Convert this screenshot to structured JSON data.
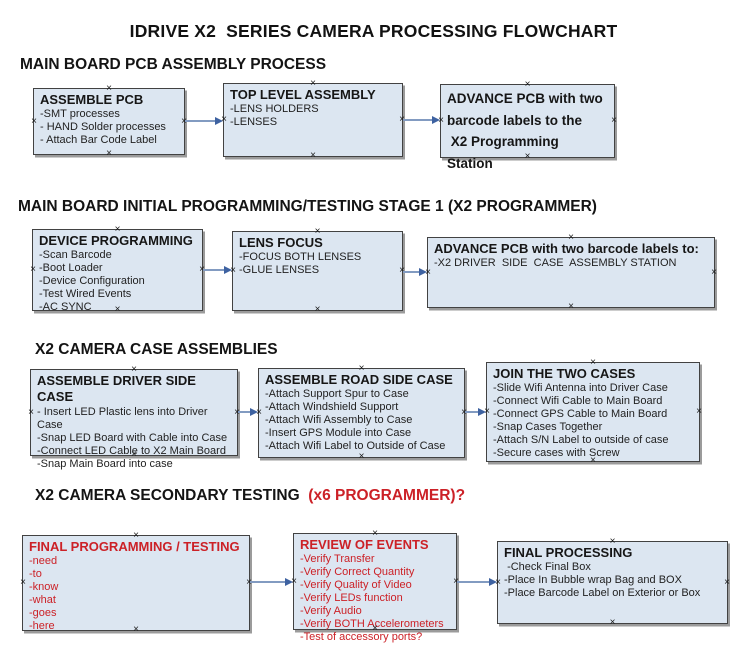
{
  "title": "IDRIVE X2  SERIES CAMERA PROCESSING FLOWCHART",
  "handle_glyph": "×",
  "colors": {
    "box_fill": "#dce6f1",
    "box_border": "#424242",
    "arrow_line": "#829bc1",
    "arrow_head": "#3e62a1",
    "red_text": "#cc2127"
  },
  "sections": [
    {
      "heading": "MAIN BOARD PCB ASSEMBLY PROCESS",
      "boxes": [
        {
          "title": "ASSEMBLE PCB",
          "items": [
            "-SMT processes",
            "- HAND Solder processes",
            "- Attach Bar Code Label"
          ]
        },
        {
          "title": "TOP LEVEL ASSEMBLY",
          "items": [
            "-LENS HOLDERS",
            "-LENSES"
          ]
        },
        {
          "title": "ADVANCE PCB with two\nbarcode labels to the\n X2 Programming Station",
          "items": []
        }
      ]
    },
    {
      "heading": "MAIN BOARD INITIAL PROGRAMMING/TESTING STAGE 1 (X2 PROGRAMMER)",
      "boxes": [
        {
          "title": "DEVICE PROGRAMMING",
          "items": [
            "-Scan Barcode",
            "-Boot Loader",
            "-Device Configuration",
            "-Test Wired Events",
            "-AC SYNC"
          ]
        },
        {
          "title": "LENS FOCUS",
          "items": [
            "-FOCUS BOTH LENSES",
            "-GLUE LENSES"
          ]
        },
        {
          "title": "ADVANCE PCB with two barcode labels to:",
          "items": [
            "-X2 DRIVER  SIDE  CASE  ASSEMBLY STATION"
          ]
        }
      ]
    },
    {
      "heading": "X2 CAMERA CASE ASSEMBLIES",
      "boxes": [
        {
          "title": "ASSEMBLE DRIVER SIDE CASE",
          "items": [
            "- Insert LED Plastic lens into Driver Case",
            "-Snap LED Board with Cable into Case",
            "-Connect LED Cable to X2 Main Board",
            "-Snap Main Board into case"
          ]
        },
        {
          "title": "ASSEMBLE ROAD SIDE CASE",
          "items": [
            "-Attach Support Spur to Case",
            "-Attach Windshield Support",
            "-Attach Wifi Assembly to Case",
            "-Insert GPS Module into Case",
            "-Attach Wifi Label to Outside of Case"
          ]
        },
        {
          "title": "JOIN THE TWO CASES",
          "items": [
            "-Slide Wifi Antenna into Driver Case",
            "-Connect Wifi Cable to Main Board",
            "-Connect GPS Cable to Main Board",
            "-Snap Cases Together",
            "-Attach S/N Label to outside of case",
            "-Secure cases with Screw"
          ]
        }
      ]
    },
    {
      "heading": "X2 CAMERA SECONDARY TESTING ",
      "heading_red": " (x6 PROGRAMMER)?",
      "boxes": [
        {
          "title": "FINAL PROGRAMMING / TESTING",
          "items": [
            "-need",
            "-to",
            "-know",
            "-what",
            "-goes",
            "-here"
          ]
        },
        {
          "title": "REVIEW OF EVENTS",
          "items": [
            "-Verify Transfer",
            "-Verify Correct Quantity",
            "-Verify Quality of Video",
            "-Verify LEDs function",
            "-Verify Audio",
            "-Verify BOTH Accelerometers",
            "-Test of accessory ports?"
          ]
        },
        {
          "title": "FINAL PROCESSING",
          "items": [
            " -Check Final Box",
            "-Place In Bubble wrap Bag and BOX",
            "-Place Barcode Label on Exterior or Box"
          ]
        }
      ]
    }
  ]
}
